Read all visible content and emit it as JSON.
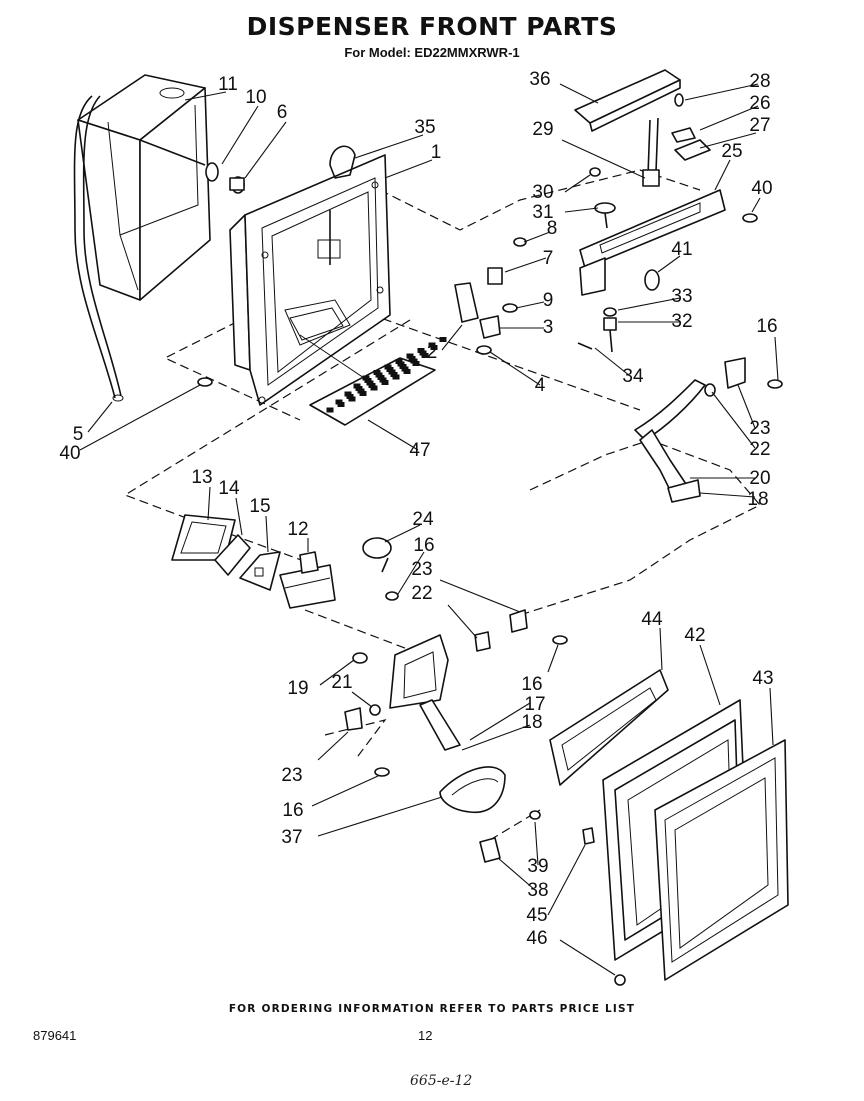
{
  "header": {
    "title": "DISPENSER FRONT PARTS",
    "subtitle": "For Model: ED22MMXRWR-1"
  },
  "footer": {
    "ordering_note": "FOR ORDERING INFORMATION REFER TO PARTS PRICE LIST",
    "document_number": "879641",
    "page_number": "12",
    "handwritten_note": "665-e-12"
  },
  "callouts": [
    "1",
    "2",
    "3",
    "4",
    "5",
    "6",
    "7",
    "8",
    "9",
    "10",
    "11",
    "12",
    "13",
    "14",
    "15",
    "16",
    "17",
    "18",
    "19",
    "20",
    "21",
    "22",
    "23",
    "24",
    "25",
    "26",
    "27",
    "28",
    "29",
    "30",
    "31",
    "32",
    "33",
    "34",
    "35",
    "36",
    "37",
    "38",
    "39",
    "40",
    "41",
    "42",
    "43",
    "44",
    "45",
    "46",
    "47"
  ]
}
